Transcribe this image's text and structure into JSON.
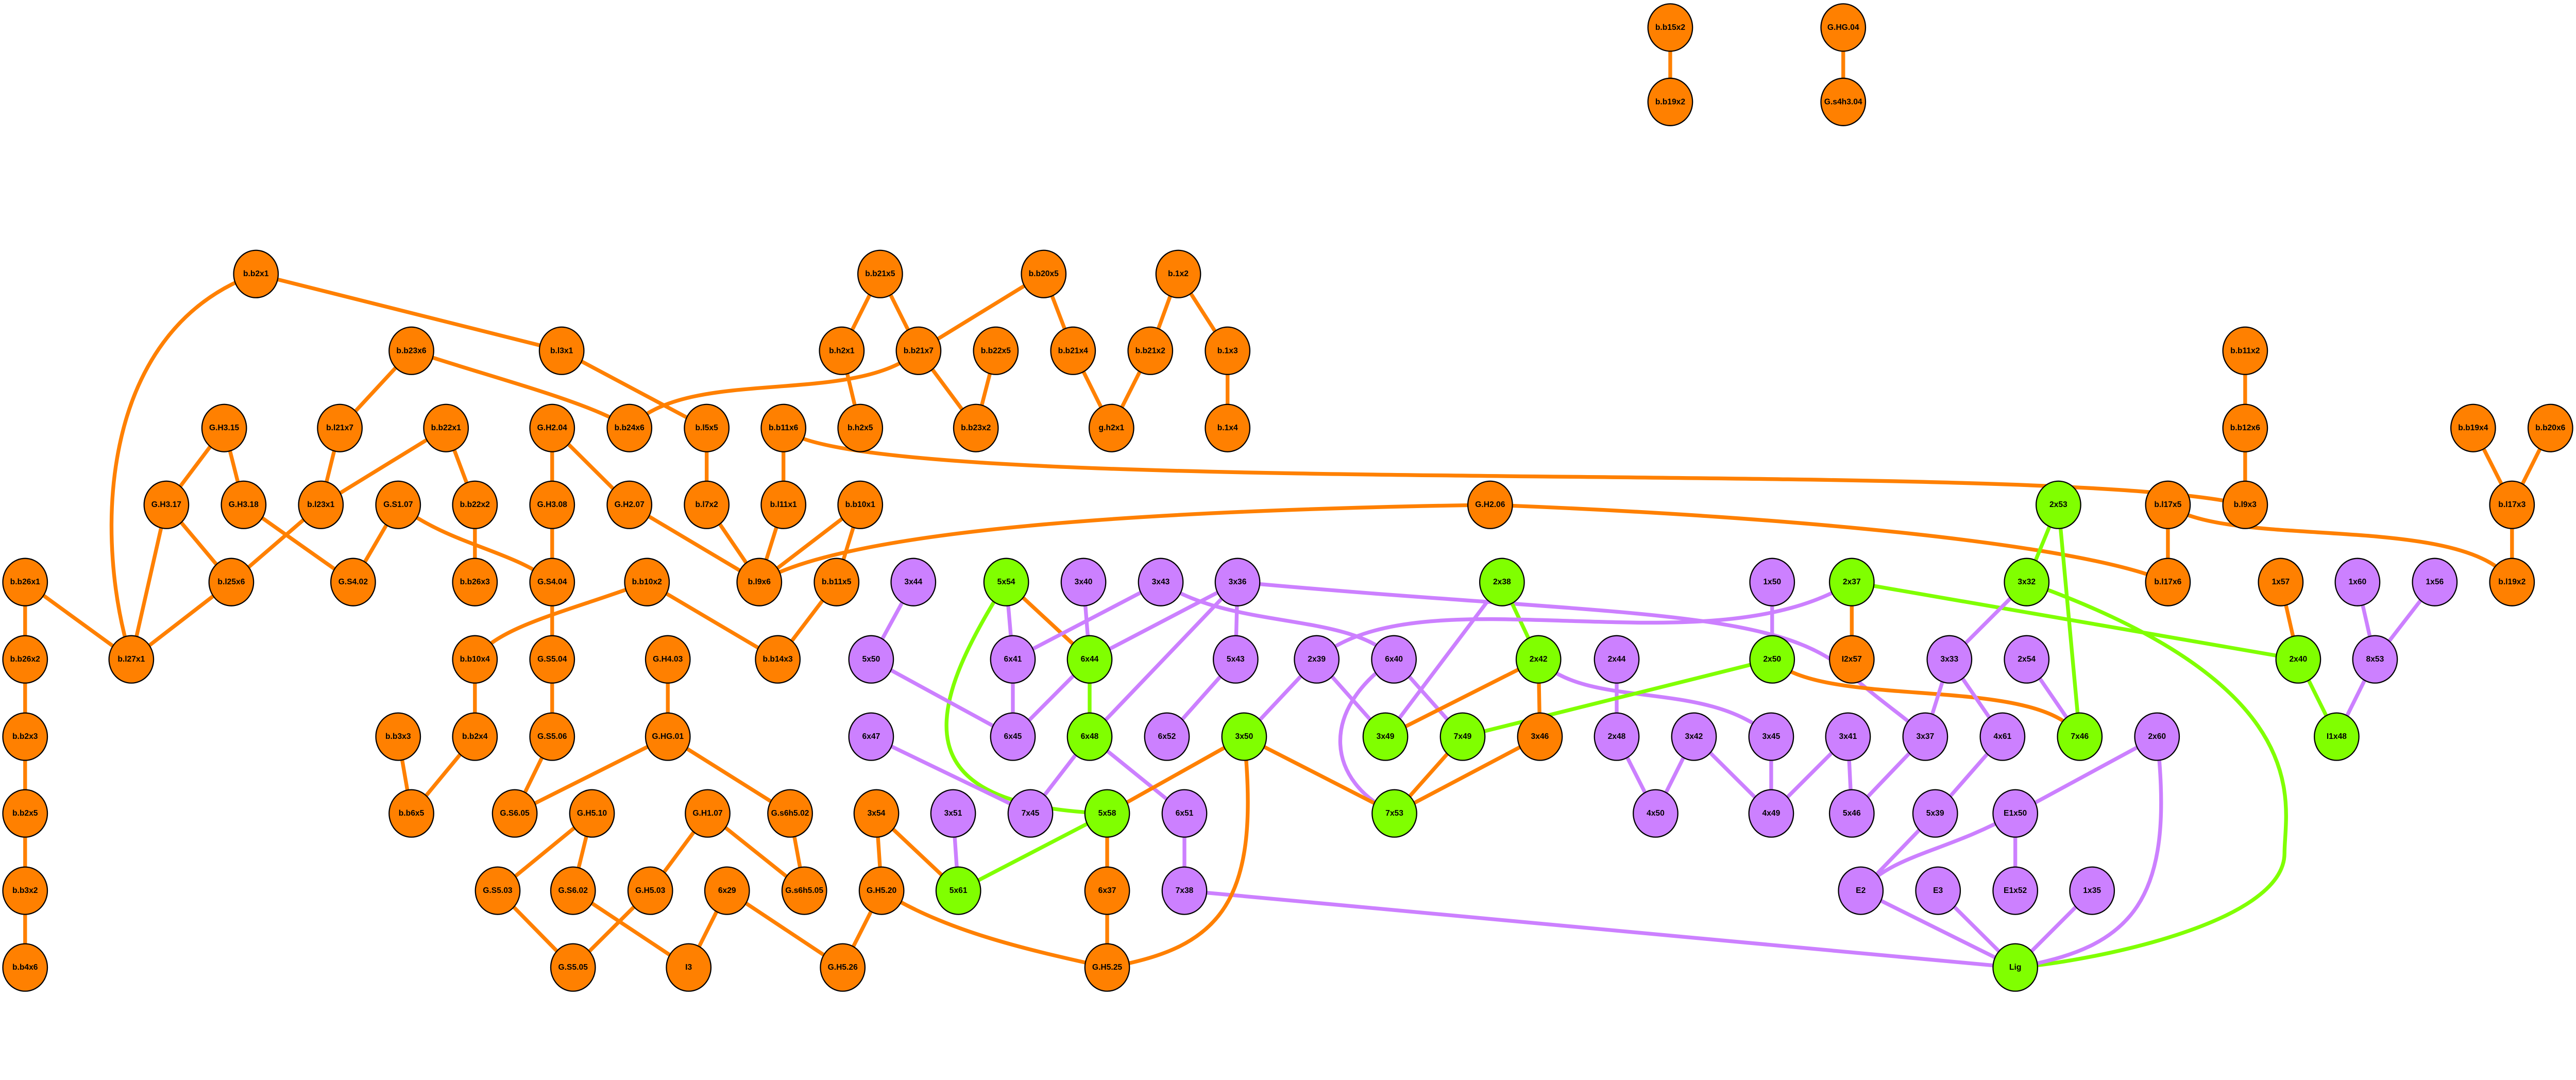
{
  "colors": {
    "o": "#FF8000",
    "p": "#CC80FF",
    "g": "#80FF00"
  },
  "nodes": [
    {
      "label": "b.b15x2",
      "c": "o"
    },
    {
      "label": "b.b19x2",
      "c": "o"
    },
    {
      "label": "G.HG.04",
      "c": "o"
    },
    {
      "label": "G.s4h3.04",
      "c": "o"
    },
    {
      "label": "b.b2x1",
      "c": "o"
    },
    {
      "label": "b.b21x5",
      "c": "o"
    },
    {
      "label": "b.b20x5",
      "c": "o"
    },
    {
      "label": "b.1x2",
      "c": "o"
    },
    {
      "label": "b.b23x6",
      "c": "o"
    },
    {
      "label": "b.l3x1",
      "c": "o"
    },
    {
      "label": "b.h2x1",
      "c": "o"
    },
    {
      "label": "b.b21x7",
      "c": "o"
    },
    {
      "label": "b.b22x5",
      "c": "o"
    },
    {
      "label": "b.b21x4",
      "c": "o"
    },
    {
      "label": "b.b21x2",
      "c": "o"
    },
    {
      "label": "b.1x3",
      "c": "o"
    },
    {
      "label": "b.b11x2",
      "c": "o"
    },
    {
      "label": "G.H3.15",
      "c": "o"
    },
    {
      "label": "b.l21x7",
      "c": "o"
    },
    {
      "label": "b.b22x1",
      "c": "o"
    },
    {
      "label": "G.H2.04",
      "c": "o"
    },
    {
      "label": "b.b24x6",
      "c": "o"
    },
    {
      "label": "b.l5x5",
      "c": "o"
    },
    {
      "label": "b.b11x6",
      "c": "o"
    },
    {
      "label": "b.h2x5",
      "c": "o"
    },
    {
      "label": "b.b23x2",
      "c": "o"
    },
    {
      "label": "g.h2x1",
      "c": "o"
    },
    {
      "label": "b.1x4",
      "c": "o"
    },
    {
      "label": "b.b12x6",
      "c": "o"
    },
    {
      "label": "b.b19x4",
      "c": "o"
    },
    {
      "label": "b.b20x6",
      "c": "o"
    },
    {
      "label": "G.H3.17",
      "c": "o"
    },
    {
      "label": "G.H3.18",
      "c": "o"
    },
    {
      "label": "b.l23x1",
      "c": "o"
    },
    {
      "label": "G.S1.07",
      "c": "o"
    },
    {
      "label": "b.b22x2",
      "c": "o"
    },
    {
      "label": "G.H3.08",
      "c": "o"
    },
    {
      "label": "G.H2.07",
      "c": "o"
    },
    {
      "label": "b.l7x2",
      "c": "o"
    },
    {
      "label": "b.l11x1",
      "c": "o"
    },
    {
      "label": "b.b10x1",
      "c": "o"
    },
    {
      "label": "G.H2.06",
      "c": "o"
    },
    {
      "label": "2x53",
      "c": "g"
    },
    {
      "label": "b.l17x5",
      "c": "o"
    },
    {
      "label": "b.l9x3",
      "c": "o"
    },
    {
      "label": "b.l17x3",
      "c": "o"
    },
    {
      "label": "b.b26x1",
      "c": "o"
    },
    {
      "label": "b.l25x6",
      "c": "o"
    },
    {
      "label": "G.S4.02",
      "c": "o"
    },
    {
      "label": "b.b26x3",
      "c": "o"
    },
    {
      "label": "G.S4.04",
      "c": "o"
    },
    {
      "label": "b.b10x2",
      "c": "o"
    },
    {
      "label": "b.l9x6",
      "c": "o"
    },
    {
      "label": "b.b11x5",
      "c": "o"
    },
    {
      "label": "3x44",
      "c": "p"
    },
    {
      "label": "5x54",
      "c": "g"
    },
    {
      "label": "3x40",
      "c": "p"
    },
    {
      "label": "3x43",
      "c": "p"
    },
    {
      "label": "3x36",
      "c": "p"
    },
    {
      "label": "2x38",
      "c": "g"
    },
    {
      "label": "1x50",
      "c": "p"
    },
    {
      "label": "2x37",
      "c": "g"
    },
    {
      "label": "3x32",
      "c": "g"
    },
    {
      "label": "b.l17x6",
      "c": "o"
    },
    {
      "label": "1x57",
      "c": "o"
    },
    {
      "label": "1x60",
      "c": "p"
    },
    {
      "label": "1x56",
      "c": "p"
    },
    {
      "label": "b.l19x2",
      "c": "o"
    },
    {
      "label": "b.b26x2",
      "c": "o"
    },
    {
      "label": "b.l27x1",
      "c": "o"
    },
    {
      "label": "b.b10x4",
      "c": "o"
    },
    {
      "label": "G.S5.04",
      "c": "o"
    },
    {
      "label": "G.H4.03",
      "c": "o"
    },
    {
      "label": "b.b14x3",
      "c": "o"
    },
    {
      "label": "5x50",
      "c": "p"
    },
    {
      "label": "6x41",
      "c": "p"
    },
    {
      "label": "6x44",
      "c": "g"
    },
    {
      "label": "5x43",
      "c": "p"
    },
    {
      "label": "2x39",
      "c": "p"
    },
    {
      "label": "6x40",
      "c": "p"
    },
    {
      "label": "2x42",
      "c": "g"
    },
    {
      "label": "2x44",
      "c": "p"
    },
    {
      "label": "2x50",
      "c": "g"
    },
    {
      "label": "I2x57",
      "c": "o"
    },
    {
      "label": "3x33",
      "c": "p"
    },
    {
      "label": "2x54",
      "c": "p"
    },
    {
      "label": "2x40",
      "c": "g"
    },
    {
      "label": "8x53",
      "c": "p"
    },
    {
      "label": "b.b2x3",
      "c": "o"
    },
    {
      "label": "b.b3x3",
      "c": "o"
    },
    {
      "label": "b.b2x4",
      "c": "o"
    },
    {
      "label": "G.S5.06",
      "c": "o"
    },
    {
      "label": "G.HG.01",
      "c": "o"
    },
    {
      "label": "6x47",
      "c": "p"
    },
    {
      "label": "6x45",
      "c": "p"
    },
    {
      "label": "6x48",
      "c": "g"
    },
    {
      "label": "6x52",
      "c": "p"
    },
    {
      "label": "3x50",
      "c": "g"
    },
    {
      "label": "3x49",
      "c": "g"
    },
    {
      "label": "7x49",
      "c": "g"
    },
    {
      "label": "3x46",
      "c": "o"
    },
    {
      "label": "2x48",
      "c": "p"
    },
    {
      "label": "3x42",
      "c": "p"
    },
    {
      "label": "3x45",
      "c": "p"
    },
    {
      "label": "3x41",
      "c": "p"
    },
    {
      "label": "3x37",
      "c": "p"
    },
    {
      "label": "4x61",
      "c": "p"
    },
    {
      "label": "7x46",
      "c": "g"
    },
    {
      "label": "2x60",
      "c": "p"
    },
    {
      "label": "I1x48",
      "c": "g"
    },
    {
      "label": "b.b2x5",
      "c": "o"
    },
    {
      "label": "b.b6x5",
      "c": "o"
    },
    {
      "label": "G.S6.05",
      "c": "o"
    },
    {
      "label": "G.H5.10",
      "c": "o"
    },
    {
      "label": "G.H1.07",
      "c": "o"
    },
    {
      "label": "G.s6h5.02",
      "c": "o"
    },
    {
      "label": "3x54",
      "c": "o"
    },
    {
      "label": "3x51",
      "c": "p"
    },
    {
      "label": "7x45",
      "c": "p"
    },
    {
      "label": "5x58",
      "c": "g"
    },
    {
      "label": "6x51",
      "c": "p"
    },
    {
      "label": "7x53",
      "c": "g"
    },
    {
      "label": "4x50",
      "c": "p"
    },
    {
      "label": "4x49",
      "c": "p"
    },
    {
      "label": "5x46",
      "c": "p"
    },
    {
      "label": "5x39",
      "c": "p"
    },
    {
      "label": "E1x50",
      "c": "p"
    },
    {
      "label": "b.b3x2",
      "c": "o"
    },
    {
      "label": "G.S5.03",
      "c": "o"
    },
    {
      "label": "G.S6.02",
      "c": "o"
    },
    {
      "label": "G.H5.03",
      "c": "o"
    },
    {
      "label": "6x29",
      "c": "o"
    },
    {
      "label": "G.s6h5.05",
      "c": "o"
    },
    {
      "label": "G.H5.20",
      "c": "o"
    },
    {
      "label": "5x61",
      "c": "g"
    },
    {
      "label": "6x37",
      "c": "o"
    },
    {
      "label": "7x38",
      "c": "p"
    },
    {
      "label": "E2",
      "c": "p"
    },
    {
      "label": "E3",
      "c": "p"
    },
    {
      "label": "E1x52",
      "c": "p"
    },
    {
      "label": "1x35",
      "c": "p"
    },
    {
      "label": "b.b4x6",
      "c": "o"
    },
    {
      "label": "G.S5.05",
      "c": "o"
    },
    {
      "label": "I3",
      "c": "o"
    },
    {
      "label": "G.H5.26",
      "c": "o"
    },
    {
      "label": "G.H5.25",
      "c": "o"
    },
    {
      "label": "Lig",
      "c": "g"
    }
  ],
  "edges": [
    [
      "b.b15x2",
      "b.b19x2",
      "o"
    ],
    [
      "G.HG.04",
      "G.s4h3.04",
      "o"
    ],
    [
      "b.b2x1",
      "b.l27x1",
      "o"
    ],
    [
      "b.b2x1",
      "b.l3x1",
      "o"
    ],
    [
      "b.l3x1",
      "b.l5x5",
      "o"
    ],
    [
      "b.b23x6",
      "b.l21x7",
      "o"
    ],
    [
      "b.b23x6",
      "b.b24x6",
      "o"
    ],
    [
      "b.b21x7",
      "b.b24x6",
      "o"
    ],
    [
      "G.H3.15",
      "G.H3.17",
      "o"
    ],
    [
      "G.H3.15",
      "G.H3.18",
      "o"
    ],
    [
      "b.l21x7",
      "b.l23x1",
      "o"
    ],
    [
      "b.b22x1",
      "b.l23x1",
      "o"
    ],
    [
      "b.b22x1",
      "b.b22x2",
      "o"
    ],
    [
      "b.b22x2",
      "b.b26x3",
      "o"
    ],
    [
      "G.H3.17",
      "b.l25x6",
      "o"
    ],
    [
      "G.H3.17",
      "b.l27x1",
      "o"
    ],
    [
      "G.H3.18",
      "G.S4.02",
      "o"
    ],
    [
      "b.l23x1",
      "b.l25x6",
      "o"
    ],
    [
      "G.S1.07",
      "G.S4.02",
      "o"
    ],
    [
      "G.S1.07",
      "G.S4.04",
      "o"
    ],
    [
      "b.b26x1",
      "b.b26x2",
      "o"
    ],
    [
      "b.b26x1",
      "b.l27x1",
      "o"
    ],
    [
      "b.l25x6",
      "b.l27x1",
      "o"
    ],
    [
      "b.b26x2",
      "b.b2x3",
      "o"
    ],
    [
      "b.b2x3",
      "b.b2x5",
      "o"
    ],
    [
      "b.b2x5",
      "b.b3x2",
      "o"
    ],
    [
      "b.b3x2",
      "b.b4x6",
      "o"
    ],
    [
      "G.H2.04",
      "G.H3.08",
      "o"
    ],
    [
      "G.H2.04",
      "G.H2.07",
      "o"
    ],
    [
      "G.H3.08",
      "G.S4.04",
      "o"
    ],
    [
      "G.H2.07",
      "b.l9x6",
      "o"
    ],
    [
      "b.l5x5",
      "b.l7x2",
      "o"
    ],
    [
      "b.l7x2",
      "b.l9x6",
      "o"
    ],
    [
      "b.b11x6",
      "b.l11x1",
      "o"
    ],
    [
      "b.l11x1",
      "b.l9x6",
      "o"
    ],
    [
      "b.b10x1",
      "b.l9x6",
      "o"
    ],
    [
      "b.b10x1",
      "b.b11x5",
      "o"
    ],
    [
      "b.b11x5",
      "b.b14x3",
      "o"
    ],
    [
      "b.b10x2",
      "b.b10x4",
      "o"
    ],
    [
      "b.b10x2",
      "b.b14x3",
      "o"
    ],
    [
      "b.b10x4",
      "b.b2x4",
      "o"
    ],
    [
      "b.b2x4",
      "b.b6x5",
      "o"
    ],
    [
      "b.b3x3",
      "b.b6x5",
      "o"
    ],
    [
      "G.S4.04",
      "G.S5.04",
      "o"
    ],
    [
      "G.S5.04",
      "G.S5.06",
      "o"
    ],
    [
      "G.S5.06",
      "G.S6.05",
      "o"
    ],
    [
      "G.H4.03",
      "G.HG.01",
      "o"
    ],
    [
      "G.HG.01",
      "G.S6.05",
      "o"
    ],
    [
      "G.HG.01",
      "G.s6h5.02",
      "o"
    ],
    [
      "G.H5.10",
      "G.S5.03",
      "o"
    ],
    [
      "G.H5.10",
      "G.S6.02",
      "o"
    ],
    [
      "G.S5.03",
      "G.S5.05",
      "o"
    ],
    [
      "G.S6.02",
      "I3",
      "o"
    ],
    [
      "G.H1.07",
      "G.H5.03",
      "o"
    ],
    [
      "G.H1.07",
      "G.s6h5.05",
      "o"
    ],
    [
      "G.s6h5.02",
      "G.s6h5.05",
      "o"
    ],
    [
      "G.H5.03",
      "G.S5.05",
      "o"
    ],
    [
      "6x29",
      "I3",
      "o"
    ],
    [
      "6x29",
      "G.H5.26",
      "o"
    ],
    [
      "3x54",
      "G.H5.20",
      "o"
    ],
    [
      "3x54",
      "5x61",
      "o"
    ],
    [
      "3x51",
      "5x61",
      "p"
    ],
    [
      "G.H5.20",
      "G.H5.26",
      "o"
    ],
    [
      "G.H5.20",
      "G.H5.25",
      "o"
    ],
    [
      "5x58",
      "5x61",
      "g"
    ],
    [
      "5x58",
      "6x37",
      "o"
    ],
    [
      "6x37",
      "G.H5.25",
      "o"
    ],
    [
      "5x54",
      "6x41",
      "p"
    ],
    [
      "5x54",
      "6x44",
      "o"
    ],
    [
      "5x54",
      "5x58",
      "g"
    ],
    [
      "3x40",
      "6x44",
      "p"
    ],
    [
      "3x43",
      "6x41",
      "p"
    ],
    [
      "3x43",
      "6x40",
      "p"
    ],
    [
      "6x41",
      "6x45",
      "p"
    ],
    [
      "6x44",
      "6x45",
      "p"
    ],
    [
      "6x44",
      "6x48",
      "g"
    ],
    [
      "3x44",
      "5x50",
      "p"
    ],
    [
      "5x50",
      "6x45",
      "p"
    ],
    [
      "6x47",
      "7x45",
      "p"
    ],
    [
      "6x48",
      "7x45",
      "p"
    ],
    [
      "6x48",
      "6x51",
      "p"
    ],
    [
      "6x51",
      "7x38",
      "p"
    ],
    [
      "7x38",
      "Lig",
      "p"
    ],
    [
      "3x36",
      "6x44",
      "p"
    ],
    [
      "3x36",
      "6x48",
      "p"
    ],
    [
      "3x36",
      "5x43",
      "p"
    ],
    [
      "3x36",
      "3x37",
      "p"
    ],
    [
      "5x43",
      "6x52",
      "p"
    ],
    [
      "b.b21x5",
      "b.h2x1",
      "o"
    ],
    [
      "b.b21x5",
      "b.b21x7",
      "o"
    ],
    [
      "b.h2x1",
      "b.h2x5",
      "o"
    ],
    [
      "b.b21x7",
      "b.b23x2",
      "o"
    ],
    [
      "b.b22x5",
      "b.b23x2",
      "o"
    ],
    [
      "b.b20x5",
      "b.b21x7",
      "o"
    ],
    [
      "b.b20x5",
      "b.b21x4",
      "o"
    ],
    [
      "b.b21x4",
      "g.h2x1",
      "o"
    ],
    [
      "b.b21x2",
      "g.h2x1",
      "o"
    ],
    [
      "b.1x2",
      "b.b21x2",
      "o"
    ],
    [
      "b.1x2",
      "b.1x3",
      "o"
    ],
    [
      "b.1x3",
      "b.1x4",
      "o"
    ],
    [
      "b.b11x6",
      "b.l9x3",
      "o"
    ],
    [
      "b.b11x2",
      "b.b12x6",
      "o"
    ],
    [
      "b.b12x6",
      "b.l9x3",
      "o"
    ],
    [
      "G.H2.06",
      "b.l9x6",
      "o"
    ],
    [
      "G.H2.06",
      "b.l17x6",
      "o"
    ],
    [
      "b.l17x5",
      "b.l17x6",
      "o"
    ],
    [
      "b.l17x5",
      "b.l19x2",
      "o"
    ],
    [
      "b.b19x4",
      "b.l17x3",
      "o"
    ],
    [
      "b.b20x6",
      "b.l17x3",
      "o"
    ],
    [
      "b.l17x3",
      "b.l19x2",
      "o"
    ],
    [
      "2x38",
      "3x49",
      "p"
    ],
    [
      "2x38",
      "2x42",
      "g"
    ],
    [
      "2x37",
      "2x39",
      "p"
    ],
    [
      "2x37",
      "I2x57",
      "o"
    ],
    [
      "2x37",
      "2x40",
      "g"
    ],
    [
      "2x39",
      "3x50",
      "p"
    ],
    [
      "2x39",
      "3x49",
      "p"
    ],
    [
      "6x40",
      "7x49",
      "p"
    ],
    [
      "6x40",
      "7x53",
      "p"
    ],
    [
      "2x42",
      "3x49",
      "o"
    ],
    [
      "2x42",
      "3x46",
      "o"
    ],
    [
      "2x42",
      "3x45",
      "p"
    ],
    [
      "2x44",
      "2x48",
      "p"
    ],
    [
      "1x50",
      "2x50",
      "p"
    ],
    [
      "2x50",
      "7x49",
      "g"
    ],
    [
      "2x50",
      "7x46",
      "o"
    ],
    [
      "3x50",
      "5x58",
      "o"
    ],
    [
      "3x50",
      "7x53",
      "o"
    ],
    [
      "3x50",
      "G.H5.25",
      "o"
    ],
    [
      "7x49",
      "7x53",
      "o"
    ],
    [
      "3x46",
      "7x53",
      "o"
    ],
    [
      "2x48",
      "4x50",
      "p"
    ],
    [
      "3x42",
      "4x50",
      "p"
    ],
    [
      "3x42",
      "4x49",
      "p"
    ],
    [
      "3x45",
      "4x49",
      "p"
    ],
    [
      "3x41",
      "4x49",
      "p"
    ],
    [
      "3x41",
      "5x46",
      "p"
    ],
    [
      "3x37",
      "5x46",
      "p"
    ],
    [
      "3x32",
      "3x33",
      "p"
    ],
    [
      "3x32",
      "Lig",
      "g"
    ],
    [
      "2x53",
      "3x32",
      "g"
    ],
    [
      "2x53",
      "7x46",
      "g"
    ],
    [
      "2x54",
      "7x46",
      "p"
    ],
    [
      "3x33",
      "3x37",
      "p"
    ],
    [
      "3x33",
      "4x61",
      "p"
    ],
    [
      "4x61",
      "5x39",
      "p"
    ],
    [
      "5x39",
      "E2",
      "p"
    ],
    [
      "E1x50",
      "E2",
      "p"
    ],
    [
      "E1x50",
      "E1x52",
      "p"
    ],
    [
      "2x60",
      "E1x50",
      "p"
    ],
    [
      "2x60",
      "Lig",
      "p"
    ],
    [
      "E2",
      "Lig",
      "p"
    ],
    [
      "E3",
      "Lig",
      "p"
    ],
    [
      "1x35",
      "Lig",
      "p"
    ],
    [
      "1x57",
      "2x40",
      "o"
    ],
    [
      "2x40",
      "I1x48",
      "g"
    ],
    [
      "8x53",
      "I1x48",
      "p"
    ],
    [
      "1x60",
      "8x53",
      "p"
    ],
    [
      "1x56",
      "8x53",
      "p"
    ]
  ]
}
